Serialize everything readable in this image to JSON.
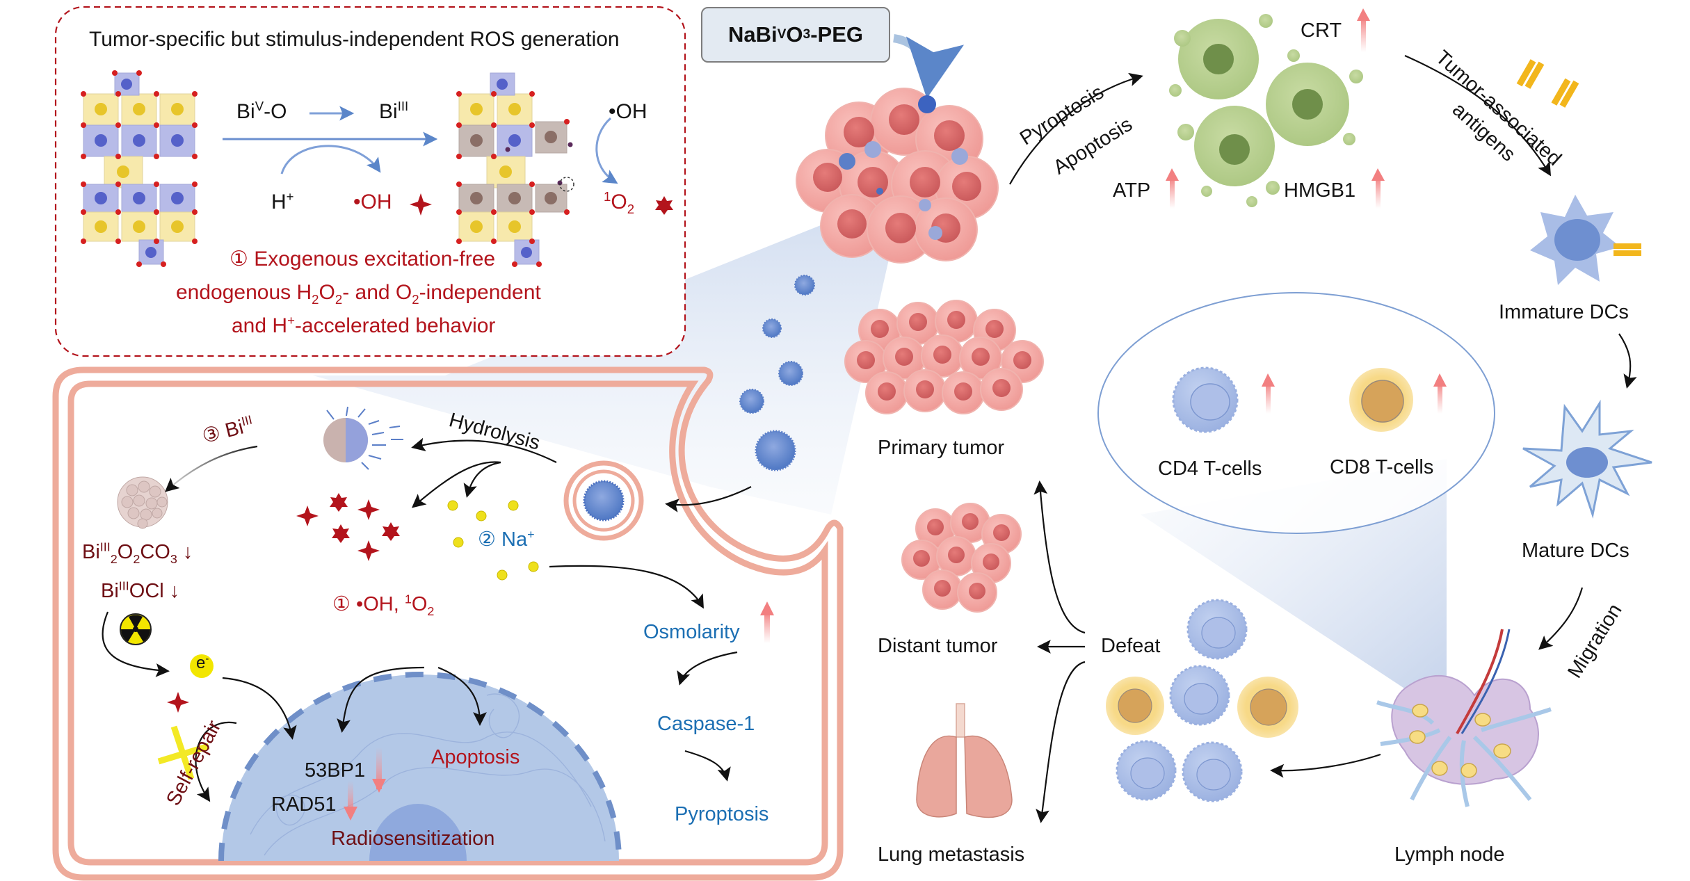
{
  "figure": {
    "ros_panel": {
      "title": "Tumor-specific but stimulus-independent ROS generation",
      "biv_o": {
        "base": "Bi",
        "sup": "V",
        "rest": "-O"
      },
      "biiii": {
        "base": "Bi",
        "sup": "III"
      },
      "h_plus": {
        "base": "H",
        "sup": "+"
      },
      "oh_left": "•OH",
      "oh_right": "•OH",
      "singlet_o2": {
        "sup": "1",
        "base": "O",
        "sub": "2"
      },
      "desc_line1": "① Exogenous excitation-free",
      "desc_line2": {
        "a": "endogenous H",
        "s1": "2",
        "b": "O",
        "s2": "2",
        "c": "- and O",
        "s3": "2",
        "d": "-independent"
      },
      "desc_line3": {
        "a": "and H",
        "sup": "+",
        "b": "-accelerated behavior"
      }
    },
    "agent_label": {
      "a": "NaBi",
      "sup": "V",
      "b": "O",
      "sub": "3",
      "c": "-PEG"
    },
    "cell_panel": {
      "hydrolysis": "Hydrolysis",
      "bi3_release": {
        "num": "③ Bi",
        "sup": "III"
      },
      "bi2o2co3": {
        "a": "Bi",
        "sup": "III",
        "s1": "2",
        "b": "O",
        "s2": "2",
        "c": "CO",
        "s3": "3",
        "arrow": " ↓"
      },
      "biocl": {
        "a": "Bi",
        "sup": "III",
        "b": "OCl",
        "arrow": " ↓"
      },
      "na_plus": {
        "num": "② Na",
        "sup": "+"
      },
      "ros": {
        "a": "① •OH, ",
        "sup": "1",
        "b": "O",
        "sub": "2"
      },
      "electron": {
        "base": "e",
        "sup": "-"
      },
      "self_repair": "Self-repair",
      "p53bp1": "53BP1",
      "rad51": "RAD51",
      "apoptosis": "Apoptosis",
      "radiosensitization": "Radiosensitization",
      "osmolarity": "Osmolarity",
      "caspase1": "Caspase-1",
      "pyroptosis": "Pyroptosis"
    },
    "immune_cycle": {
      "pyroptosis": "Pyroptosis",
      "apoptosis": "Apoptosis",
      "crt": "CRT",
      "atp": "ATP",
      "hmgb1": "HMGB1",
      "taa_line1": "Tumor-associated",
      "taa_line2": "antigens",
      "immature_dcs": "Immature DCs",
      "mature_dcs": "Mature DCs",
      "migration": "Migration",
      "lymph_node": "Lymph node",
      "cd4": "CD4 T-cells",
      "cd8": "CD8 T-cells",
      "defeat": "Defeat",
      "primary_tumor": "Primary tumor",
      "distant_tumor": "Distant tumor",
      "lung_metastasis": "Lung metastasis"
    },
    "icons": [
      "crystal-structure-icon",
      "nanoparticle-icon",
      "tumor-cluster-icon",
      "dying-cell-icon",
      "dendritic-cell-icon",
      "t-cell-icon",
      "lymph-node-icon",
      "lung-icon",
      "radiation-icon",
      "up-arrow-icon",
      "down-arrow-icon"
    ],
    "colors": {
      "membrane": "#eeab9b",
      "dashed_border": "#b3141c",
      "nucleus": "#b0c6e6",
      "nanoparticle": "#6f8fd0",
      "tumor": "#f2a3a0",
      "dying_cell": "#b7cf8f",
      "t_cell_cd4": "#a9bde6",
      "t_cell_cd8": "#f8df8e",
      "red_text": "#b3141c",
      "blue_text": "#1c6fb3"
    }
  }
}
